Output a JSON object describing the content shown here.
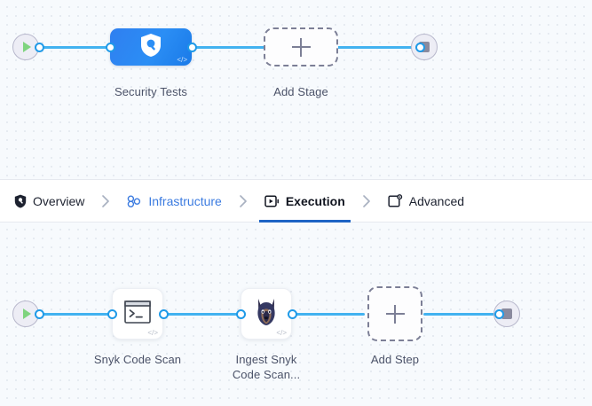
{
  "stage_pipeline": {
    "start_node": {
      "name": "start-node",
      "icon": "play-icon"
    },
    "end_node": {
      "name": "end-node",
      "icon": "stop-icon"
    },
    "nodes": [
      {
        "id": "security-tests",
        "label": "Security Tests",
        "icon": "shield-search-icon",
        "type": "stage",
        "code_badge": "</>"
      },
      {
        "id": "add-stage",
        "label": "Add Stage",
        "icon": "plus-icon",
        "type": "add"
      }
    ]
  },
  "tabs": {
    "items": [
      {
        "id": "overview",
        "label": "Overview",
        "icon": "shield-icon",
        "state": "default"
      },
      {
        "id": "infrastructure",
        "label": "Infrastructure",
        "icon": "cluster-icon",
        "state": "link"
      },
      {
        "id": "execution",
        "label": "Execution",
        "icon": "play-square-icon",
        "state": "active"
      },
      {
        "id": "advanced",
        "label": "Advanced",
        "icon": "window-gear-icon",
        "state": "default"
      }
    ],
    "separator_icon": "chevron-right-icon",
    "active_accent": "#1d63c4",
    "link_color": "#3b7be0"
  },
  "step_pipeline": {
    "start_node": {
      "name": "start-node",
      "icon": "play-icon"
    },
    "end_node": {
      "name": "end-node",
      "icon": "stop-icon"
    },
    "nodes": [
      {
        "id": "snyk-code-scan",
        "label": "Snyk Code Scan",
        "icon": "terminal-icon",
        "type": "step",
        "code_badge": "</>"
      },
      {
        "id": "ingest-snyk-code-scan",
        "label": "Ingest Snyk\nCode Scan...",
        "icon": "snyk-dog-icon",
        "type": "step",
        "code_badge": "</>"
      },
      {
        "id": "add-step",
        "label": "Add Step",
        "icon": "plus-icon",
        "type": "add"
      }
    ]
  },
  "theme": {
    "canvas_bg": "#f7fafd",
    "grid_dot": "#e3e8ef",
    "edge_color": "#42b2f0",
    "port_ring": "#1f9ae8",
    "stage_fill": "#2b8ef5",
    "label_color": "#4b5268",
    "dashed_border": "#7c7f96"
  }
}
